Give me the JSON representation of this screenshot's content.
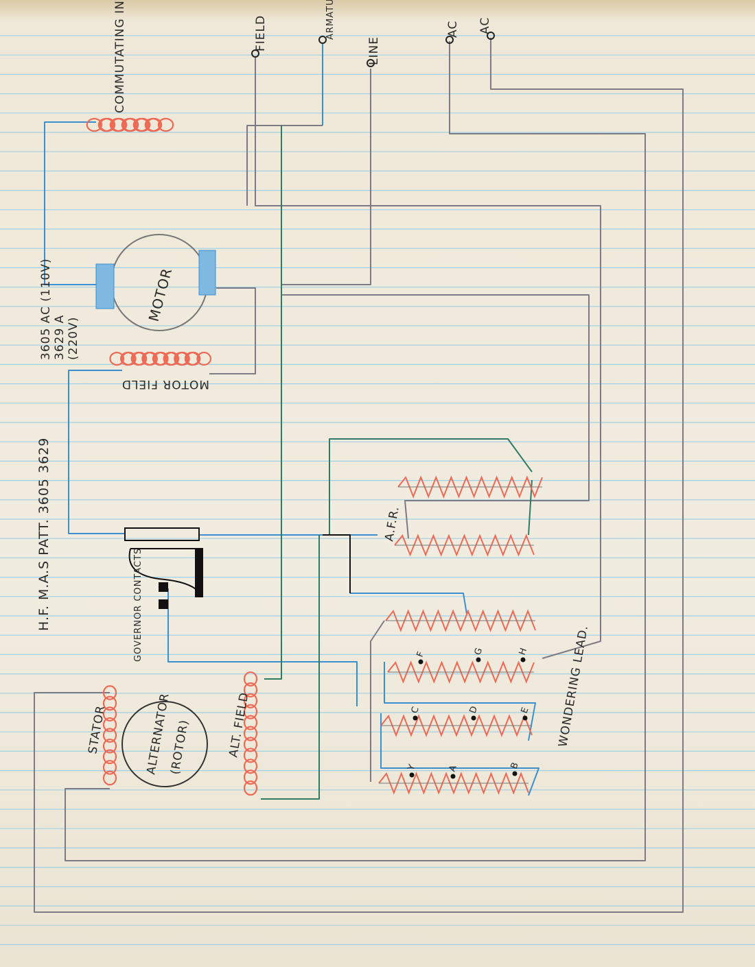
{
  "title_note": "H.F. M.A.S PATT. 3605 3629",
  "variant_note": [
    "3605 AC (110V)",
    "3629 A",
    "(220V)"
  ],
  "terminals": [
    {
      "label": "FIELD"
    },
    {
      "label": "ARMATURE"
    },
    {
      "label": "LINE"
    },
    {
      "label": "AC"
    },
    {
      "label": "AC"
    }
  ],
  "components": {
    "interpole": "COMMUTATING INTER POLE",
    "motor": "MOTOR",
    "motor_field": "MOTOR FIELD",
    "afr": "A.F.R.",
    "governor": "GOVERNOR CONTACTS",
    "stator": "STATOR",
    "alternator": "ALTERNATOR",
    "rotor": "(ROTOR)",
    "alt_field": "ALT. FIELD",
    "wandering_lead": "WONDERING LEAD."
  },
  "taps": [
    "F",
    "G",
    "H",
    "C",
    "D",
    "E",
    "Y",
    "A",
    "B"
  ],
  "colors": {
    "ink": "#2a2a2a",
    "blue": "#3a8fd0",
    "red": "#ef6a55",
    "green": "#2f7a62",
    "gray": "#7d7a86",
    "rule": "#9fd0e6"
  }
}
